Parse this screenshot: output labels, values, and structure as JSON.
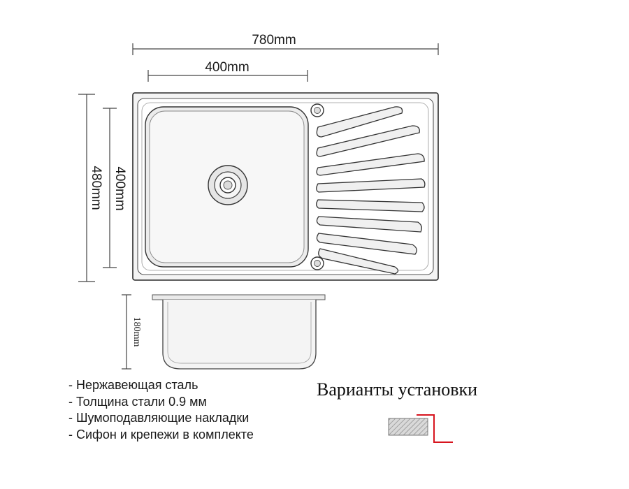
{
  "dimensions": {
    "overall_width": "780mm",
    "bowl_width": "400mm",
    "overall_depth": "480mm",
    "bowl_depth": "400mm",
    "bowl_height": "180mm"
  },
  "features": [
    "- Нержавеющая сталь",
    "- Толщина стали 0.9 мм",
    "- Шумоподавляющие накладки",
    "- Сифон и крепежи в комплекте"
  ],
  "installation": {
    "title": "Варианты установки",
    "accent_color": "#d7141e"
  }
}
